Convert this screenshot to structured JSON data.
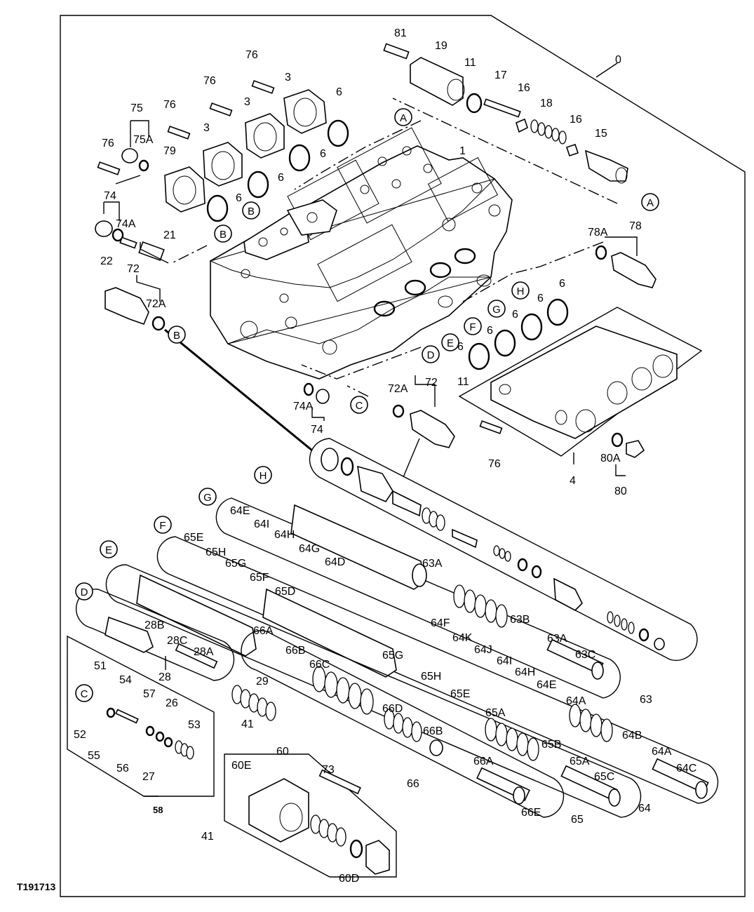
{
  "figure_id": "T191713",
  "labels": [
    "0",
    "81",
    "19",
    "11",
    "17",
    "16",
    "18",
    "16",
    "15",
    "76",
    "3",
    "76",
    "3",
    "76",
    "3",
    "6",
    "75",
    "75A",
    "76",
    "79",
    "6",
    "6",
    "6",
    "1",
    "74",
    "74A",
    "22",
    "21",
    "72",
    "72A",
    "78A",
    "78",
    "6",
    "6",
    "6",
    "6",
    "6",
    "11",
    "74A",
    "74",
    "72A",
    "72",
    "76",
    "4",
    "80A",
    "80",
    "64E",
    "64I",
    "64H",
    "64G",
    "64D",
    "63A",
    "65E",
    "65H",
    "65G",
    "65F",
    "65D",
    "63B",
    "63A",
    "63C",
    "63",
    "64F",
    "64K",
    "64J",
    "64I",
    "64H",
    "64E",
    "64A",
    "64B",
    "64A",
    "64C",
    "64",
    "28B",
    "28C",
    "28A",
    "28",
    "66A",
    "66B",
    "66C",
    "66D",
    "66",
    "66B",
    "66A",
    "66E",
    "65G",
    "65H",
    "65E",
    "65A",
    "65B",
    "65A",
    "65C",
    "65",
    "29",
    "41",
    "60",
    "60E",
    "73",
    "41",
    "60D",
    "51",
    "54",
    "57",
    "26",
    "53",
    "52",
    "55",
    "56",
    "27",
    "58"
  ],
  "callouts": [
    "A",
    "A",
    "B",
    "B",
    "B",
    "C",
    "C",
    "D",
    "D",
    "E",
    "E",
    "F",
    "F",
    "G",
    "G",
    "H",
    "H"
  ]
}
